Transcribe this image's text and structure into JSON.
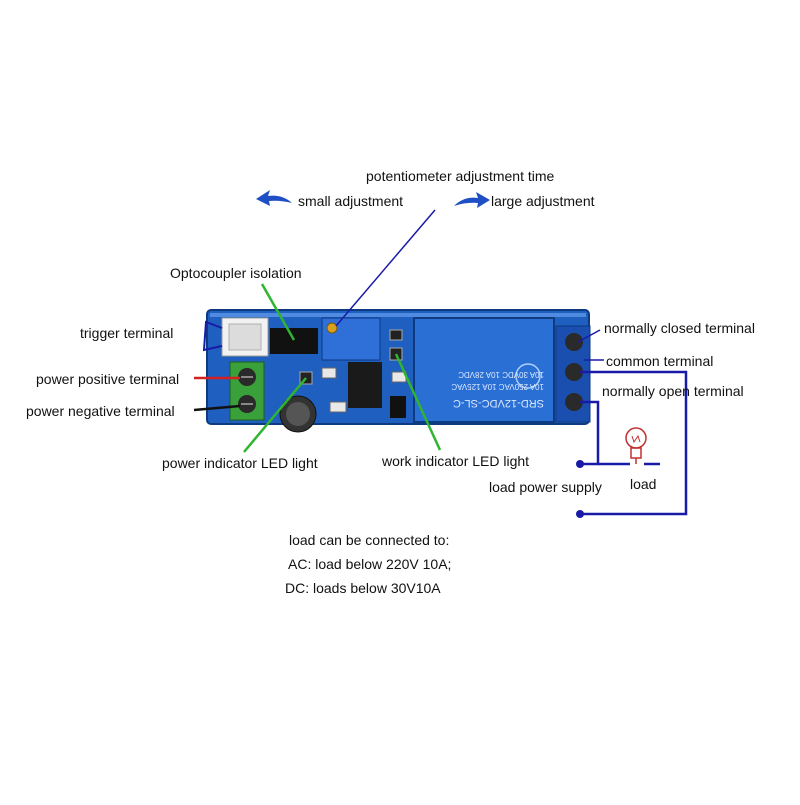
{
  "title": "potentiometer adjustment time",
  "adjust": {
    "small_label": "small adjustment",
    "large_label": "large adjustment"
  },
  "callouts": {
    "optocoupler": "Optocoupler isolation",
    "trigger": "trigger terminal",
    "power_positive": "power positive terminal",
    "power_negative": "power negative terminal",
    "power_led": "power indicator LED light",
    "work_led": "work indicator LED light",
    "normally_closed": "normally closed terminal",
    "common": "common terminal",
    "normally_open": "normally open terminal",
    "load": "load",
    "load_power_supply": "load power supply"
  },
  "relay_marking": {
    "model": "SRD-12VDC-SL-C",
    "line1": "10A 250VAC  10A 125VAC",
    "line2": "10A 30VDC  10A 28VDC"
  },
  "notes": {
    "line1": "load can be connected to:",
    "line2": "AC: load below 220V 10A;",
    "line3": "DC: loads below 30V10A"
  },
  "colors": {
    "pcb": "#1f5fbf",
    "relay": "#2a6fd4",
    "leader_blue": "#1a1aa8",
    "leader_green": "#2fb52f",
    "wire_red": "#d42020",
    "wire_black": "#111111",
    "arrow_blue": "#1f4fc4"
  }
}
